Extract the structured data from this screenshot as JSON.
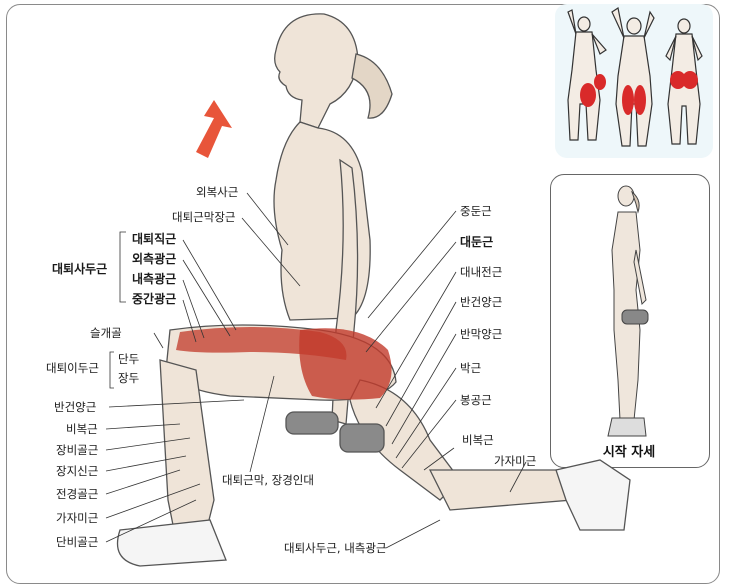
{
  "labels": {
    "external_oblique": "외복사근",
    "tensor_fasciae_latae": "대퇴근막장근",
    "rectus_femoris": "대퇴직근",
    "vastus_lateralis": "외측광근",
    "vastus_medialis": "내측광근",
    "vastus_intermedius": "중간광근",
    "quadriceps_group": "대퇴사두근",
    "patella": "슬개골",
    "short_head": "단두",
    "long_head": "장두",
    "biceps_femoris_group": "대퇴이두근",
    "semitendinosus_left": "반건양근",
    "gastrocnemius_left": "비복근",
    "ext_hallucis_longus": "장비골근",
    "ext_digitorum_longus": "장지신근",
    "tibialis_anterior": "전경골근",
    "soleus_left": "가자미근",
    "peroneus_brevis": "단비골근",
    "it_band": "대퇴근막, 장경인대",
    "gluteus_medius": "중둔근",
    "gluteus_maximus": "대둔근",
    "adductor_magnus": "대내전근",
    "semitendinosus_right": "반건양근",
    "semimembranosus": "반막양근",
    "gracilis": "박근",
    "sartorius": "봉공근",
    "gastrocnemius_right": "비복근",
    "soleus_right": "가자미근",
    "quad_vastus_medialis_bottom": "대퇴사두근, 내측광근",
    "start_position": "시작 자세"
  },
  "colors": {
    "muscle_red": "#c23a2a",
    "arrow": "#e8553a",
    "highlight_red": "#d92a2a"
  }
}
